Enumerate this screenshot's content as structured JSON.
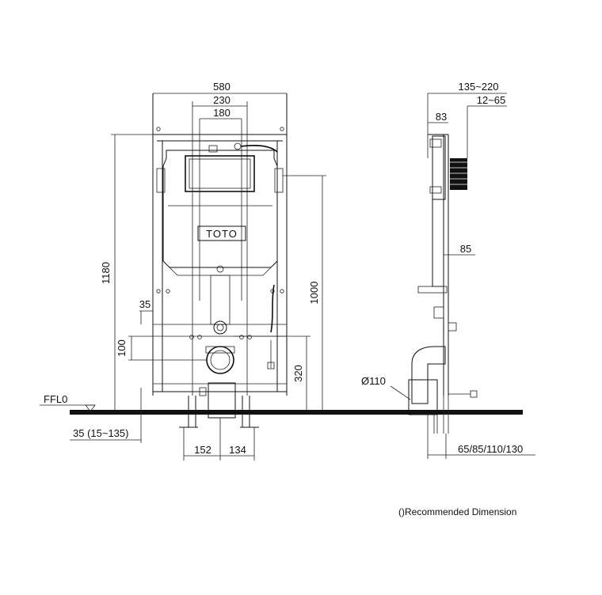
{
  "front_view": {
    "dim_width_total": "580",
    "dim_width_mid": "230",
    "dim_width_inner": "180",
    "dim_height_total": "1180",
    "dim_height_tank": "1000",
    "dim_height_outlet": "320",
    "dim_35": "35",
    "dim_100": "100",
    "dim_left_foot": "152",
    "dim_right_foot": "134",
    "brand_label": "TOTO",
    "floor_label": "FFL0",
    "floor_offset": "35 (15~135)"
  },
  "side_view": {
    "dim_depth_range": "135~220",
    "dim_12_65": "12~65",
    "dim_83": "83",
    "dim_85": "85",
    "dim_pipe": "Ø110",
    "dim_bottom": "65/85/110/130"
  },
  "note": "()Recommended Dimension"
}
